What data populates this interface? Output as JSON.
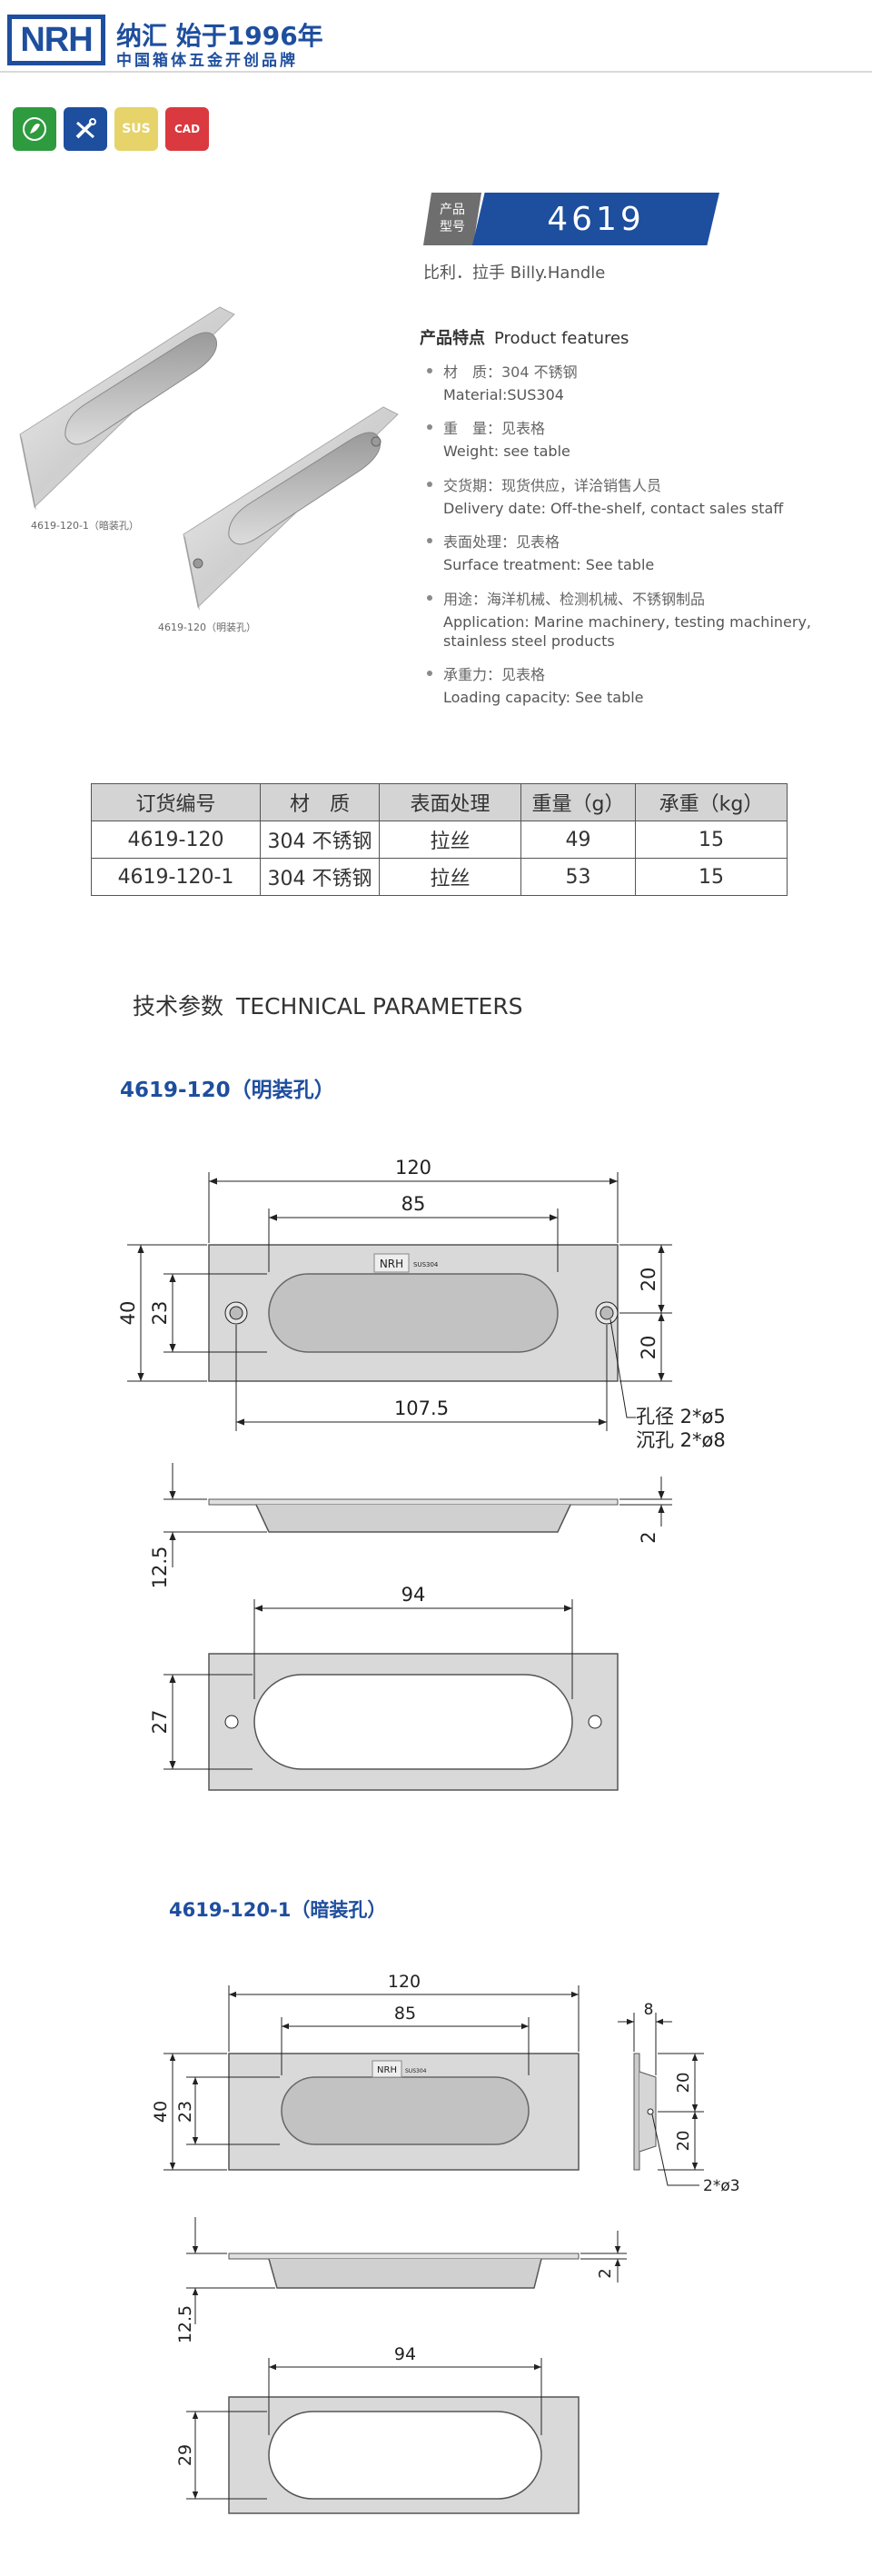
{
  "header": {
    "logo_text": "NRH",
    "brand_line1": "纳汇 始于1996年",
    "brand_line2": "中国箱体五金开创品牌"
  },
  "badges": [
    {
      "name": "eco-icon",
      "label": "",
      "color": "#2e9b3e"
    },
    {
      "name": "tools-icon",
      "label": "",
      "color": "#1e4e9e"
    },
    {
      "name": "sus-badge",
      "label": "SUS",
      "color": "#e6d36a"
    },
    {
      "name": "cad-icon",
      "label": "CAD",
      "color": "#d9393f"
    }
  ],
  "product": {
    "tag_line1": "产品",
    "tag_line2": "型号",
    "model": "4619",
    "subtitle": "比利．拉手    Billy.Handle"
  },
  "features": {
    "title_cn": "产品特点",
    "title_en": "Product features",
    "items": [
      {
        "cn": "材　质：304 不锈钢",
        "en": "Material:SUS304"
      },
      {
        "cn": "重　量：见表格",
        "en": "Weight: see table"
      },
      {
        "cn": "交货期：现货供应，详洽销售人员",
        "en": "Delivery date: Off-the-shelf, contact sales staff"
      },
      {
        "cn": "表面处理：见表格",
        "en": "Surface treatment: See table"
      },
      {
        "cn": "用途：海洋机械、检测机械、不锈钢制品",
        "en": "Application: Marine machinery, testing machinery, stainless steel products"
      },
      {
        "cn": "承重力：见表格",
        "en": "Loading capacity: See table"
      }
    ]
  },
  "photos": {
    "caption_a": "4619-120-1（暗装孔）",
    "caption_b": "4619-120（明装孔）"
  },
  "table": {
    "headers": [
      "订货编号",
      "材　质",
      "表面处理",
      "重量（g）",
      "承重（kg）"
    ],
    "rows": [
      [
        "4619-120",
        "304 不锈钢",
        "拉丝",
        "49",
        "15"
      ],
      [
        "4619-120-1",
        "304 不锈钢",
        "拉丝",
        "53",
        "15"
      ]
    ]
  },
  "tech": {
    "title_cn": "技术参数",
    "title_en": "TECHNICAL PARAMETERS"
  },
  "drawing1": {
    "heading": "4619-120（明装孔）",
    "dims": {
      "overall_length": "120",
      "recess_length": "85",
      "hole_spacing": "107.5",
      "height": "40",
      "recess_height": "23",
      "upper_offset": "20",
      "lower_offset": "20",
      "depth": "12.5",
      "plate": "2",
      "cutout_length": "94",
      "cutout_height": "27"
    },
    "hole_note_1": "孔径 2*ø5",
    "hole_note_2": "沉孔 2*ø8",
    "stamp": "NRH",
    "stamp_small": "SUS304"
  },
  "drawing2": {
    "heading": "4619-120-1（暗装孔）",
    "dims": {
      "overall_length": "120",
      "recess_length": "85",
      "height": "40",
      "recess_height": "23",
      "side_width": "8",
      "upper_offset": "20",
      "lower_offset": "20",
      "hole_note": "2*ø3",
      "depth": "12.5",
      "plate": "2",
      "cutout_length": "94",
      "cutout_height": "29"
    },
    "stamp": "NRH",
    "stamp_small": "SUS304"
  }
}
